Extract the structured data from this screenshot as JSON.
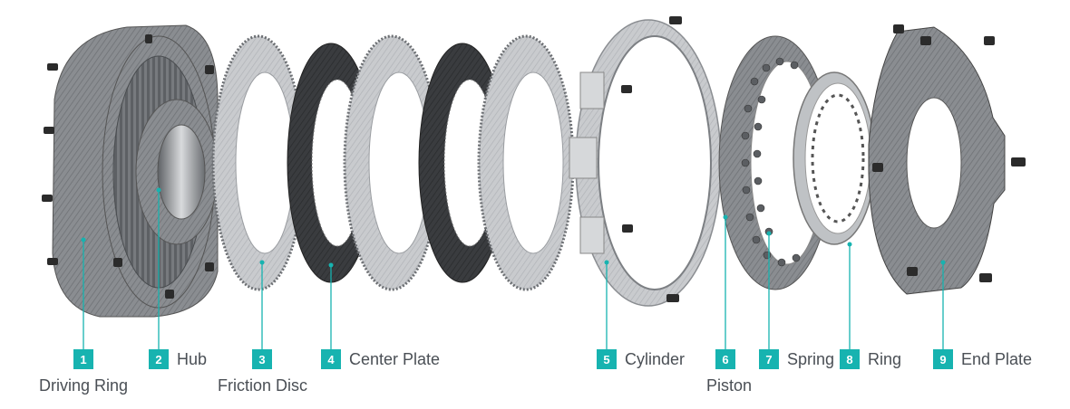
{
  "accent_color": "#17b3b0",
  "text_color": "#4a4f55",
  "parts": [
    {
      "number": "1",
      "label": "",
      "sublabel": "Driving Ring"
    },
    {
      "number": "2",
      "label": "Hub",
      "sublabel": ""
    },
    {
      "number": "3",
      "label": "",
      "sublabel": "Friction Disc"
    },
    {
      "number": "4",
      "label": "Center Plate",
      "sublabel": ""
    },
    {
      "number": "5",
      "label": "Cylinder",
      "sublabel": ""
    },
    {
      "number": "6",
      "label": "",
      "sublabel": "Piston"
    },
    {
      "number": "7",
      "label": "Spring",
      "sublabel": ""
    },
    {
      "number": "8",
      "label": "Ring",
      "sublabel": ""
    },
    {
      "number": "9",
      "label": "End Plate",
      "sublabel": ""
    }
  ]
}
